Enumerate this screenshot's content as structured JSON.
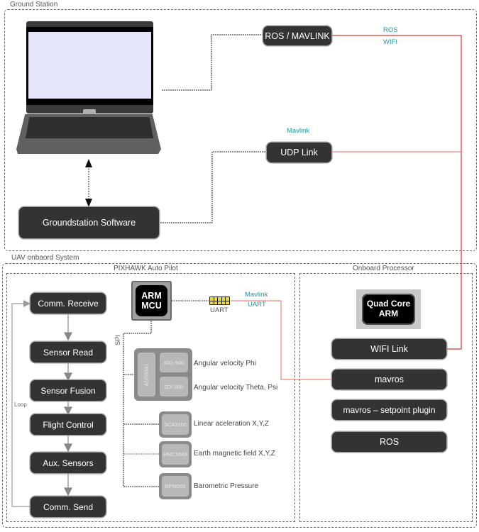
{
  "groups": {
    "ground_station": "Ground Station",
    "uav_onboard": "UAV onbaord System",
    "pixhawk": "PIXHAWK Auto Pilot",
    "onboard_processor": "Onboard Processor"
  },
  "ground_station": {
    "nodes": {
      "ros_mavlink": "ROS / MAVLINK",
      "udp_link": "UDP Link",
      "groundstation_software": "Groundstation Software"
    },
    "link_labels": {
      "ros": "ROS",
      "wifi": "WIFI",
      "mavlink": "Mavlink"
    }
  },
  "pixhawk": {
    "mcu_line1": "ARM",
    "mcu_line2": "MCU",
    "uart_label": "UART",
    "link_label_line1": "Mavlink",
    "link_label_line2": "UART",
    "spi_label": "SPI",
    "loop_label": "Loop",
    "flow": [
      "Comm. Receive",
      "Sensor Read",
      "Sensor Fusion",
      "Flight Control",
      "Aux. Sensors",
      "Comm. Send"
    ],
    "sensors": {
      "adc": "ADS8341",
      "gyro1": "IDG-500",
      "gyro2": "IZX-500",
      "gyro1_desc": "Angular velocity Phi",
      "gyro2_desc": "Angular velocity Theta, Psi",
      "accel": "SCA3100",
      "accel_desc": "Linear aceleration X,Y,Z",
      "mag": "HMC5843",
      "mag_desc": "Earth magnetic field X,Y,Z",
      "baro": "BPM085",
      "baro_desc": "Barometric Pressure"
    }
  },
  "onboard_processor": {
    "cpu_line1": "Quad Core",
    "cpu_line2": "ARM",
    "nodes": [
      "WIFI Link",
      "mavros",
      "mavros – setpoint plugin",
      "ROS"
    ]
  },
  "colors": {
    "node_bg": "#333333",
    "link_red": "#d03a28",
    "link_salmon": "#f08878",
    "teal_text": "#1a9a9a",
    "laptop_screen": "#e6e6fa"
  }
}
